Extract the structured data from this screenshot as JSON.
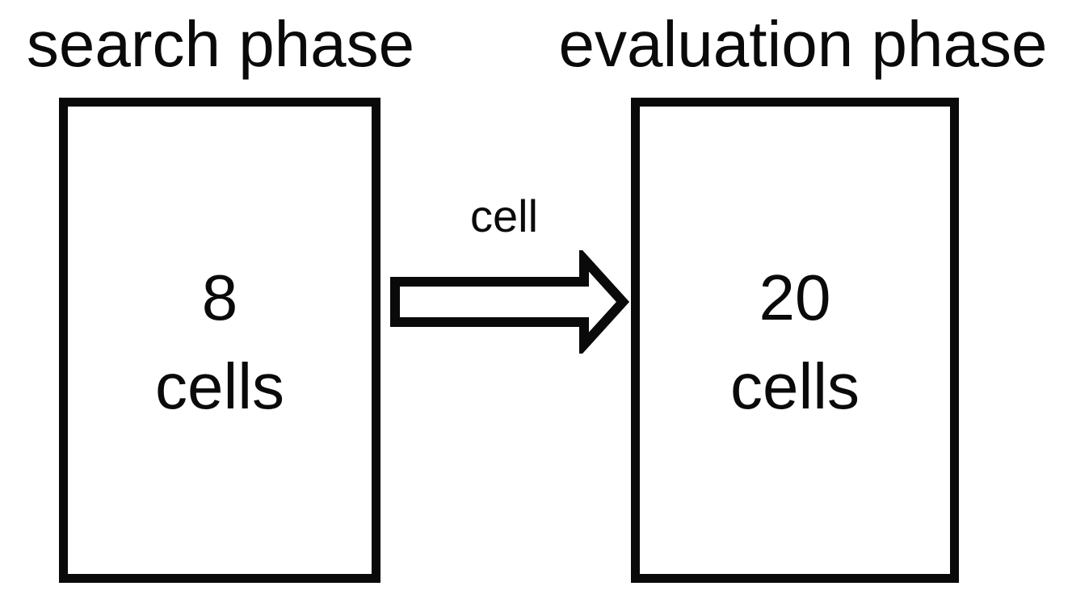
{
  "diagram": {
    "phases": [
      {
        "title": "search phase",
        "count": "8",
        "unit": "cells"
      },
      {
        "title": "evaluation phase",
        "count": "20",
        "unit": "cells"
      }
    ],
    "arrow_label": "cell"
  },
  "icons": {
    "arrow": "right-block-arrow-icon"
  },
  "colors": {
    "ink": "#0a0a0a",
    "background": "#ffffff"
  }
}
